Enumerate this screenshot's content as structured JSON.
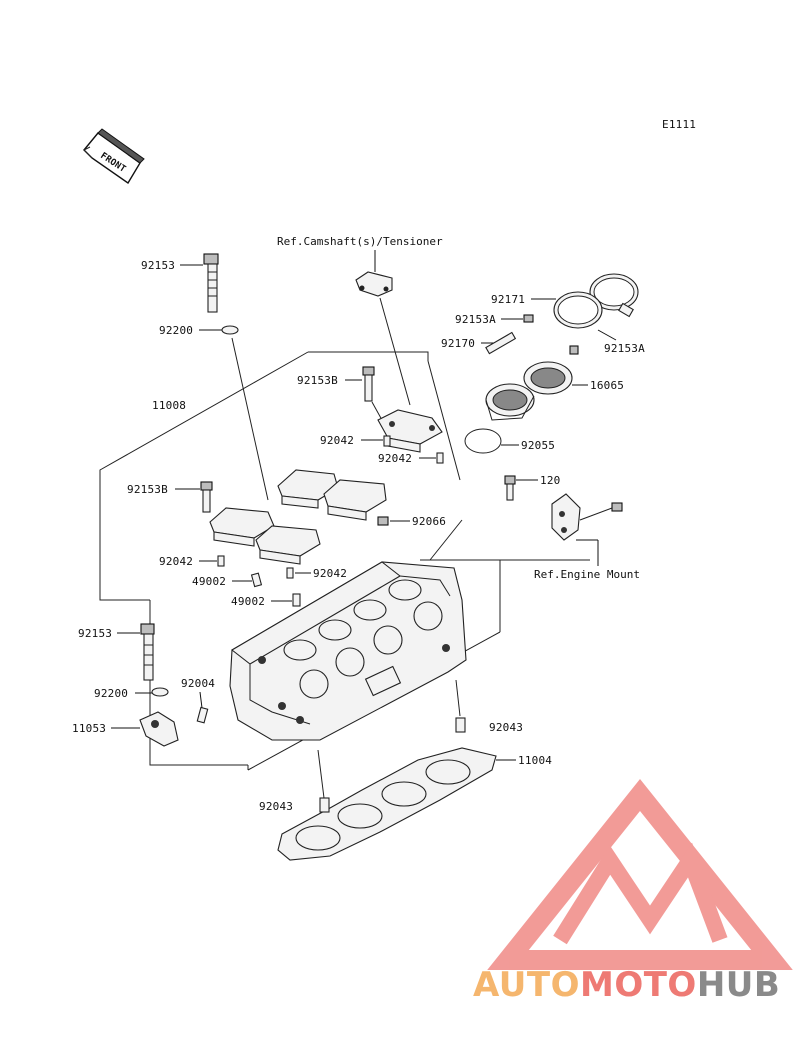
{
  "diagram": {
    "page_code": "E1111",
    "front_indicator": "FRONT",
    "references": {
      "camshaft": "Ref.Camshaft(s)/Tensioner",
      "engine_mount": "Ref.Engine Mount"
    },
    "parts": {
      "p92153_top": "92153",
      "p92200_top": "92200",
      "p11008": "11008",
      "p92153B_top": "92153B",
      "p92042_a": "92042",
      "p92042_b": "92042",
      "p92153B_left": "92153B",
      "p92042_c": "92042",
      "p49002_a": "49002",
      "p92042_d": "92042",
      "p49002_b": "49002",
      "p92153_left": "92153",
      "p92200_left": "92200",
      "p92004": "92004",
      "p11053": "11053",
      "p92043_right": "92043",
      "p11004": "11004",
      "p92043_bottom": "92043",
      "p92171": "92171",
      "p92153A_a": "92153A",
      "p92153A_b": "92153A",
      "p92170": "92170",
      "p16065": "16065",
      "p92055": "92055",
      "p120": "120",
      "p92066": "92066"
    }
  },
  "watermark": {
    "brand_auto": "AUTO",
    "brand_moto": "MOTO",
    "brand_hub": "HUB",
    "color_auto": "#f5b66e",
    "color_moto": "#ee7a74",
    "color_hub": "#8a8a8a",
    "logo_color": "#f08a86"
  }
}
